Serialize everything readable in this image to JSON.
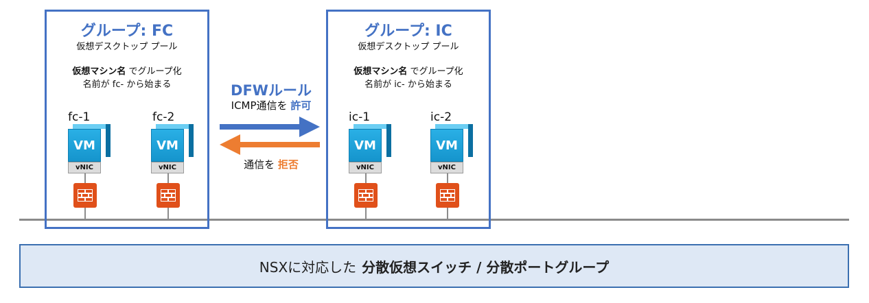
{
  "groups": [
    {
      "title": "グループ: FC",
      "subtitle": "仮想デスクトップ プール",
      "rule_bold": "仮想マシン名",
      "rule_rest": " でグループ化",
      "rule_line2": "名前が fc- から始まる",
      "vms": [
        {
          "label": "fc-1",
          "badge": "VM",
          "nic": "vNIC"
        },
        {
          "label": "fc-2",
          "badge": "VM",
          "nic": "vNIC"
        }
      ]
    },
    {
      "title": "グループ: IC",
      "subtitle": "仮想デスクトップ プール",
      "rule_bold": "仮想マシン名",
      "rule_rest": " でグループ化",
      "rule_line2": "名前が ic- から始まる",
      "vms": [
        {
          "label": "ic-1",
          "badge": "VM",
          "nic": "vNIC"
        },
        {
          "label": "ic-2",
          "badge": "VM",
          "nic": "vNIC"
        }
      ]
    }
  ],
  "dfw": {
    "title": "DFWルール",
    "allow_prefix": "ICMP通信を ",
    "allow_word": "許可",
    "deny_prefix": "通信を ",
    "deny_word": "拒否"
  },
  "switch": {
    "prefix": "NSXに対応した",
    "bold": "分散仮想スイッチ / 分散ポートグループ"
  },
  "colors": {
    "group_border": "#4472c4",
    "allow_arrow": "#4472c4",
    "deny_arrow": "#ed7d31",
    "vm_blue": "#1a9fd9",
    "firewall": "#e0501a"
  },
  "icons": [
    "vm-icon",
    "firewall-icon",
    "right-arrow-icon",
    "left-arrow-icon"
  ]
}
